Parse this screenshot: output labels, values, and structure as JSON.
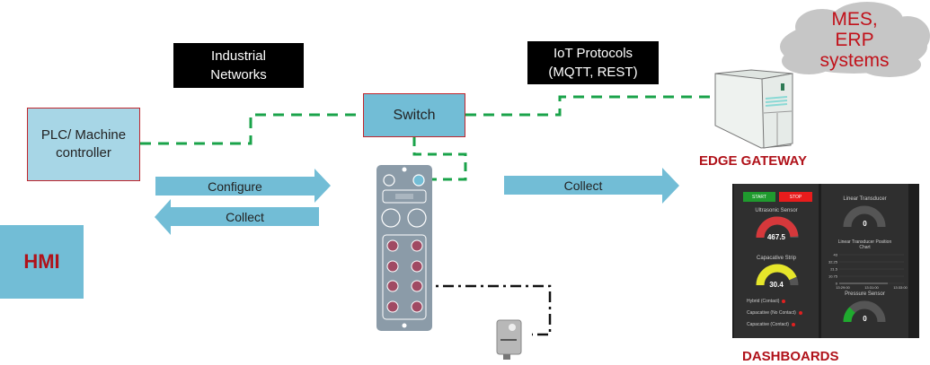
{
  "nodes": {
    "plc": "PLC/ Machine controller",
    "plc_line1": "PLC/ Machine",
    "plc_line2": "controller",
    "hmi": "HMI",
    "switch": "Switch",
    "edge_gateway": "EDGE GATEWAY",
    "dashboards": "DASHBOARDS",
    "cloud_line1": "MES,",
    "cloud_line2": "ERP",
    "cloud_line3": "systems"
  },
  "labels": {
    "industrial_line1": "Industrial",
    "industrial_line2": "Networks",
    "iot_line1": "IoT Protocols",
    "iot_line2": "(MQTT, REST)"
  },
  "arrows": {
    "configure": "Configure",
    "collect_left": "Collect",
    "collect_right": "Collect"
  },
  "colors": {
    "network_line": "#1aa34a",
    "arrow_fill": "#72bdd6",
    "accent_red": "#b0121a"
  },
  "dashboard": {
    "start": "START",
    "stop": "STOP",
    "ultrasonic": {
      "title": "Ultrasonic Sensor",
      "value": "467.5",
      "min": "0",
      "max": "475",
      "unit": "mm",
      "fraction": 0.98
    },
    "capacitive_strip": {
      "title": "Capacative Strip",
      "value": "30.4",
      "min": "0",
      "max": "35",
      "unit": "voltage",
      "fraction": 0.87
    },
    "indicators": [
      "Hybrid (Contact)",
      "Capacative (No Contact)",
      "Capacative (Contact)"
    ],
    "linear_transducer": {
      "title": "Linear Transducer",
      "value": "0",
      "min": "0",
      "max": "43",
      "unit": "mm",
      "fraction": 0.0
    },
    "position_chart": {
      "title_line1": "Linear Transducer Position",
      "title_line2": "Chart",
      "y_ticks": [
        "43",
        "32.25",
        "21.5",
        "10.75",
        "0"
      ],
      "x_ticks": [
        "13:29:00",
        "13:31:00",
        "13:33:00"
      ]
    },
    "pressure": {
      "title": "Pressure Sensor",
      "value": "0",
      "min": "-1",
      "max": "3",
      "unit": "bar",
      "fraction": 0.25
    }
  }
}
